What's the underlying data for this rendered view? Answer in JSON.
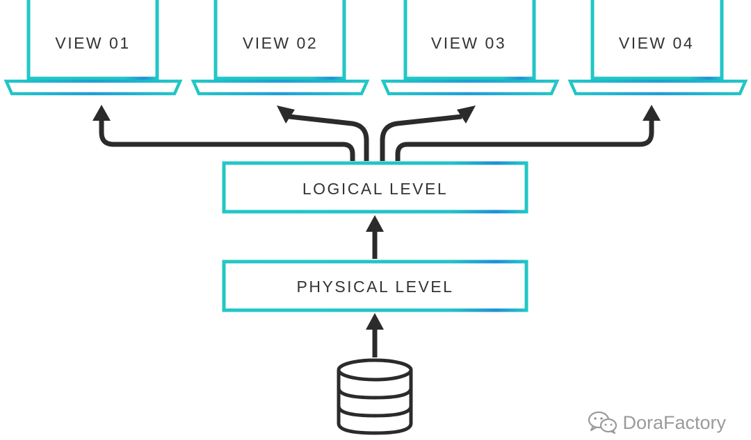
{
  "views": [
    {
      "label": "VIEW 01"
    },
    {
      "label": "VIEW 02"
    },
    {
      "label": "VIEW 03"
    },
    {
      "label": "VIEW 04"
    }
  ],
  "logical_level": "LOGICAL LEVEL",
  "physical_level": "PHYSICAL LEVEL",
  "watermark": "DoraFactory",
  "colors": {
    "accent": "#20c4c7",
    "accent_dark": "#1e88d8",
    "arrow": "#2b2b2b",
    "text": "#333333"
  },
  "icons": [
    "laptop-icon",
    "database-icon",
    "wechat-icon"
  ]
}
